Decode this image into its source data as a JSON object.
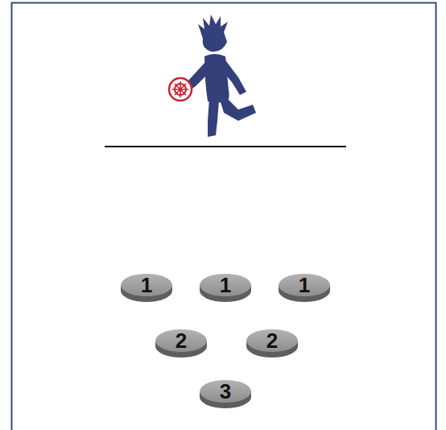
{
  "diagram": {
    "nodes": [
      {
        "text": [
          "1"
        ]
      },
      {
        "text": [
          "1"
        ]
      },
      {
        "text": [
          "1"
        ]
      },
      {
        "text": [
          "2"
        ]
      },
      {
        "text": [
          "2"
        ]
      },
      {
        "text": [
          "3"
        ]
      }
    ]
  }
}
